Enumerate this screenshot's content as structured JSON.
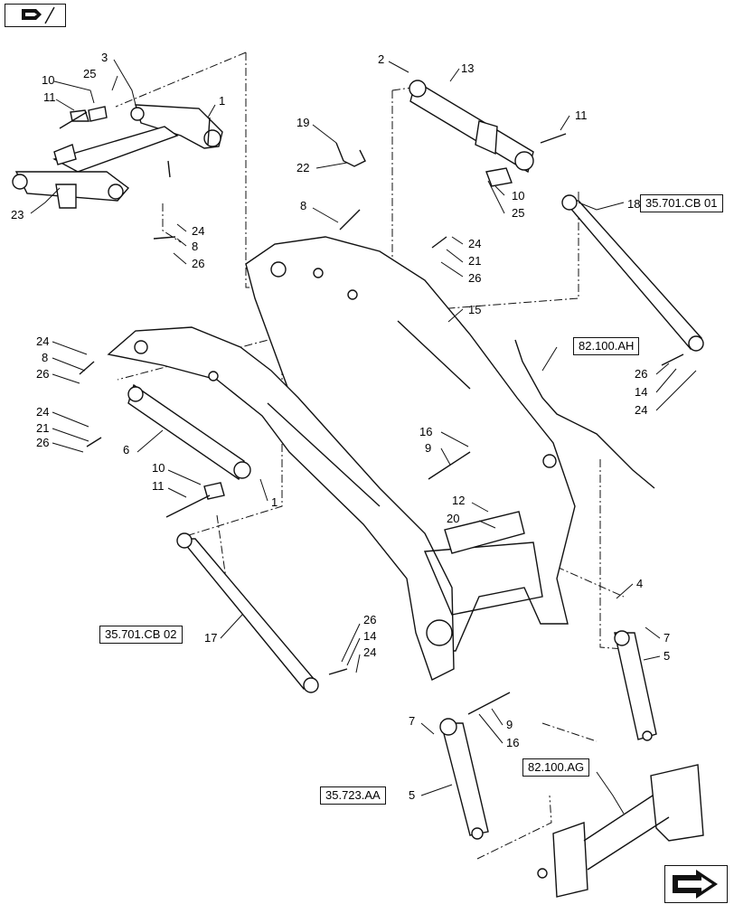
{
  "callouts": [
    {
      "text": "3"
    },
    {
      "text": "25"
    },
    {
      "text": "10"
    },
    {
      "text": "11"
    },
    {
      "text": "1"
    },
    {
      "text": "23"
    },
    {
      "text": "24"
    },
    {
      "text": "8"
    },
    {
      "text": "26"
    },
    {
      "text": "2"
    },
    {
      "text": "13"
    },
    {
      "text": "11"
    },
    {
      "text": "10"
    },
    {
      "text": "25"
    },
    {
      "text": "19"
    },
    {
      "text": "22"
    },
    {
      "text": "8"
    },
    {
      "text": "24"
    },
    {
      "text": "21"
    },
    {
      "text": "26"
    },
    {
      "text": "18"
    },
    {
      "text": "15"
    },
    {
      "text": "26"
    },
    {
      "text": "14"
    },
    {
      "text": "24"
    },
    {
      "text": "24"
    },
    {
      "text": "8"
    },
    {
      "text": "26"
    },
    {
      "text": "24"
    },
    {
      "text": "21"
    },
    {
      "text": "26"
    },
    {
      "text": "6"
    },
    {
      "text": "10"
    },
    {
      "text": "11"
    },
    {
      "text": "1"
    },
    {
      "text": "16"
    },
    {
      "text": "9"
    },
    {
      "text": "12"
    },
    {
      "text": "20"
    },
    {
      "text": "4"
    },
    {
      "text": "17"
    },
    {
      "text": "26"
    },
    {
      "text": "14"
    },
    {
      "text": "24"
    },
    {
      "text": "7"
    },
    {
      "text": "5"
    },
    {
      "text": "9"
    },
    {
      "text": "16"
    },
    {
      "text": "7"
    },
    {
      "text": "5"
    }
  ],
  "references": {
    "cb01": "35.701.CB 01",
    "ah": "82.100.AH",
    "cb02": "35.701.CB 02",
    "aa": "35.723.AA",
    "ag": "82.100.AG"
  },
  "icons": {
    "top_left": "book-arrow-icon",
    "bottom_right": "next-page-arrow-icon"
  }
}
